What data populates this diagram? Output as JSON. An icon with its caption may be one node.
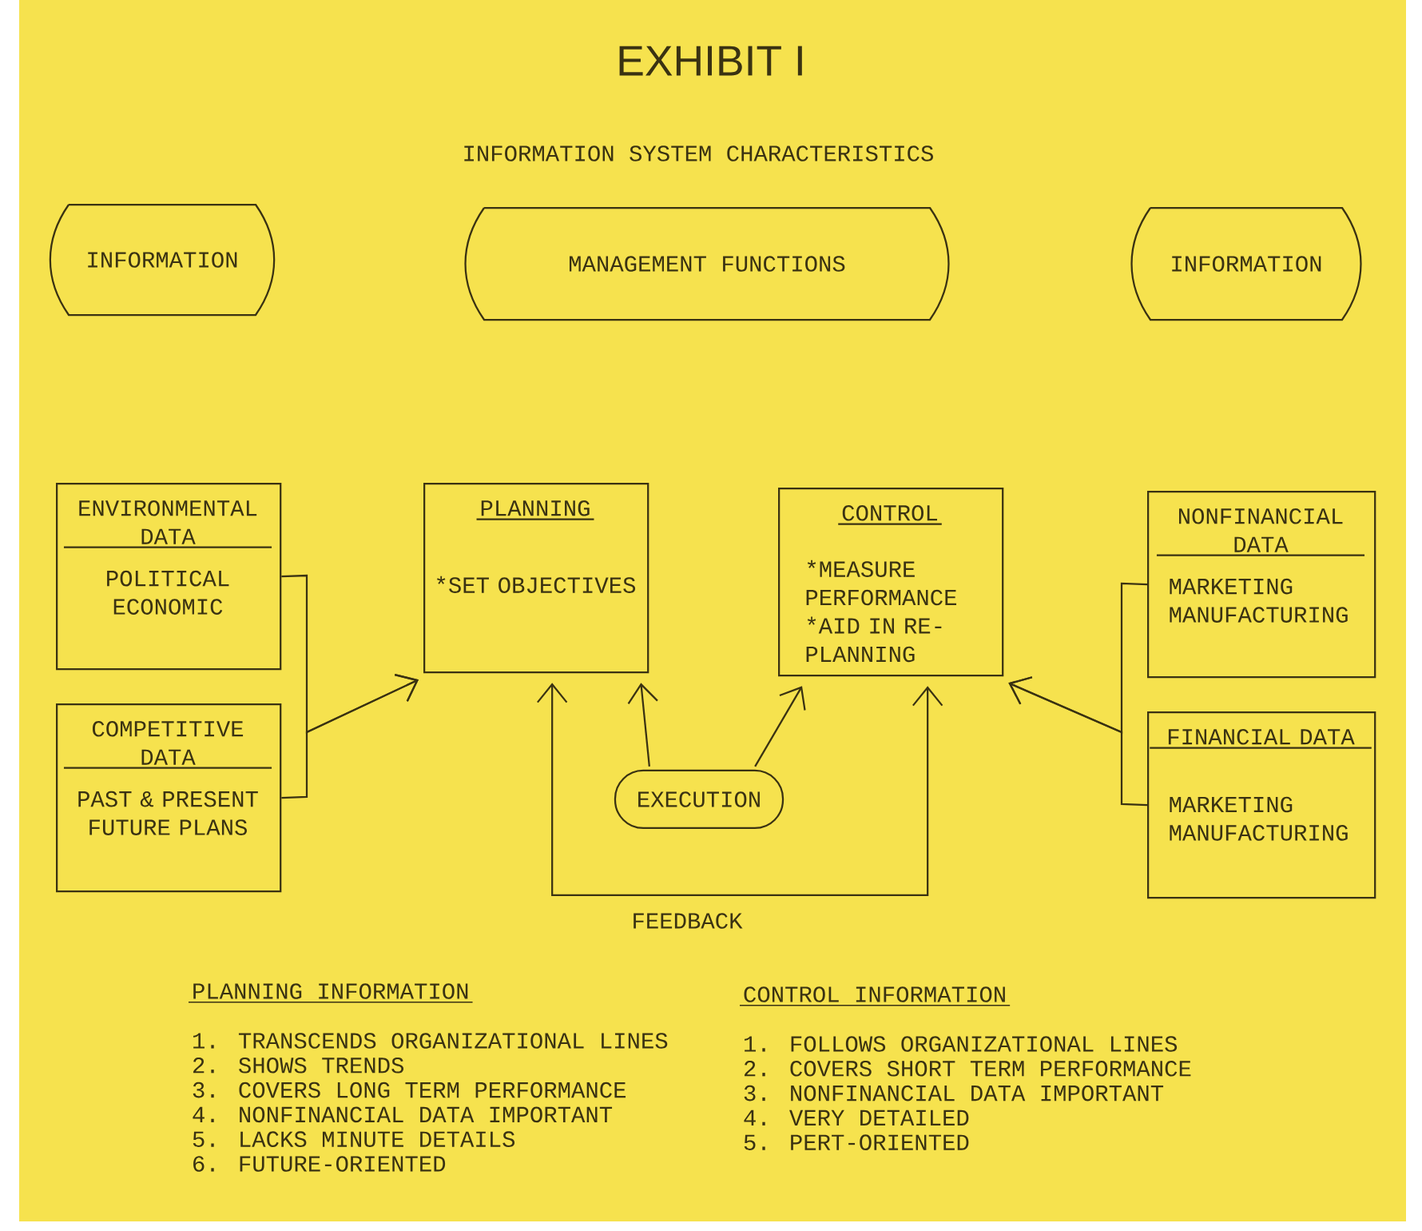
{
  "diagram": {
    "title": "EXHIBIT I",
    "nodes": [
      {
        "text": [
          "INFORMATION"
        ]
      },
      {
        "text": [
          "MANAGEMENT FUNCTIONS"
        ]
      },
      {
        "text": [
          "INFORMATION"
        ]
      },
      {
        "text": [
          "ENVIRONMENTAL DATA",
          "POLITICAL ECONOMIC"
        ]
      },
      {
        "text": [
          "COMPETITIVE DATA",
          "PAST & PRESENT FUTURE PLANS"
        ]
      },
      {
        "text": [
          "PLANNING",
          "*SET OBJECTIVES"
        ]
      },
      {
        "text": [
          "CONTROL",
          "*MEASURE PERFORMANCE",
          "*AID IN RE- PLANNING"
        ]
      },
      {
        "text": [
          "NONFINANCIAL DATA",
          "MARKETING MANUFACTURING"
        ]
      },
      {
        "text": [
          "FINANCIAL DATA",
          "MARKETING MANUFACTURING"
        ]
      },
      {
        "text": [
          "EXECUTION"
        ]
      }
    ],
    "edges": [
      {
        "from": 3,
        "to": 5,
        "arrow": "to"
      },
      {
        "from": 4,
        "to": 5,
        "arrow": "to"
      },
      {
        "from": 7,
        "to": 6,
        "arrow": "to"
      },
      {
        "from": 8,
        "to": 6,
        "arrow": "to"
      },
      {
        "from": 9,
        "to": 5,
        "arrow": "to"
      },
      {
        "from": 9,
        "to": 6,
        "arrow": "to"
      },
      {
        "from": 5,
        "to": 6,
        "arrow": "both",
        "label": "FEEDBACK"
      }
    ],
    "labels": [
      "INFORMATION SYSTEM CHARACTERISTICS",
      "PLANNING INFORMATION",
      "1. TRANSCENDS ORGANIZATIONAL LINES",
      "2. SHOWS TRENDS",
      "3. COVERS LONG TERM PERFORMANCE",
      "4. NONFINANCIAL DATA IMPORTANT",
      "5. LACKS MINUTE DETAILS",
      "6. FUTURE-ORIENTED",
      "CONTROL INFORMATION",
      "1. FOLLOWS ORGANIZATIONAL LINES",
      "2. COVERS SHORT TERM PERFORMANCE",
      "3. NONFINANCIAL DATA IMPORTANT",
      "4. VERY DETAILED",
      "5. PERT-ORIENTED"
    ]
  }
}
